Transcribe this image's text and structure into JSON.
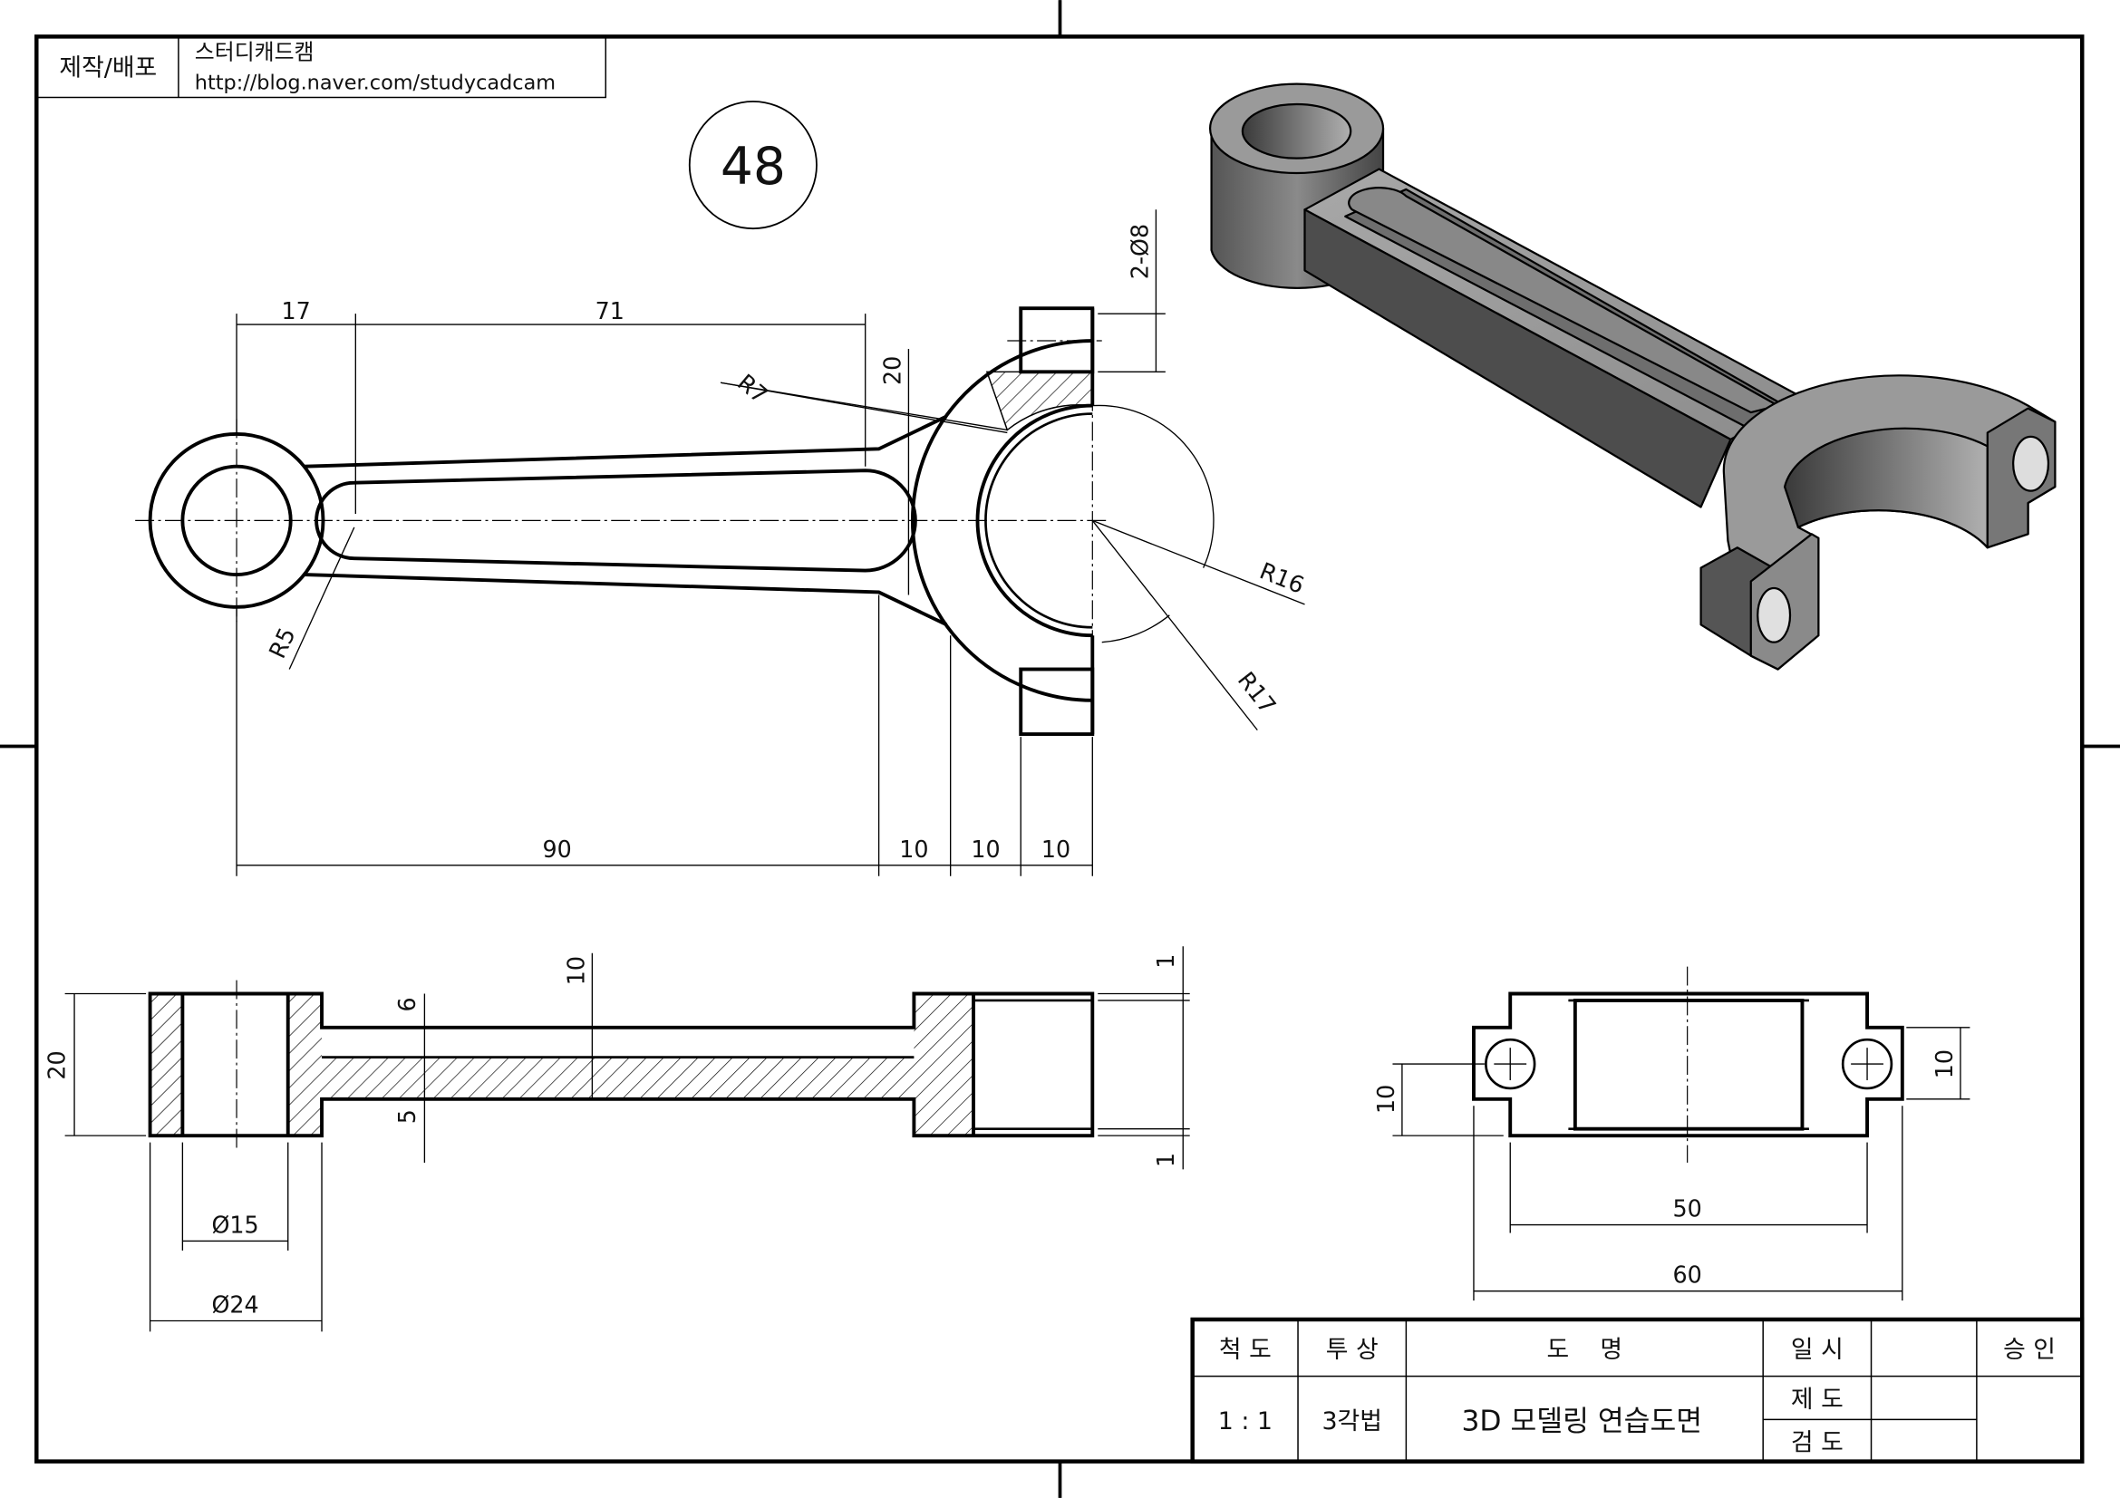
{
  "header": {
    "label": "제작/배포",
    "name": "스터디캐드캠",
    "url": "http://blog.naver.com/studycadcam"
  },
  "drawing_number": "48",
  "front_view": {
    "dims": {
      "d17": "17",
      "d71": "71",
      "d90": "90",
      "d10a": "10",
      "d10b": "10",
      "d10c": "10",
      "d20": "20",
      "holes": "2-Ø8",
      "r7": "R7",
      "r16": "R16",
      "r17": "R17",
      "r5": "R5"
    }
  },
  "bottom_view": {
    "dims": {
      "d20": "20",
      "dia15": "Ø15",
      "dia24": "Ø24",
      "d6": "6",
      "d5": "5",
      "d10": "10",
      "d1a": "1",
      "d1b": "1"
    }
  },
  "side_view": {
    "dims": {
      "d50": "50",
      "d60": "60",
      "d10l": "10",
      "d10r": "10"
    }
  },
  "title_block": {
    "scale_label": "척 도",
    "projection_label": "투 상",
    "title_label": "도    명",
    "date_label": "일 시",
    "approval_label": "승 인",
    "scale_value": "1 : 1",
    "projection_value": "3각법",
    "title_value": "3D 모델링 연습도면",
    "drawn_label": "제 도",
    "checked_label": "검 도"
  }
}
